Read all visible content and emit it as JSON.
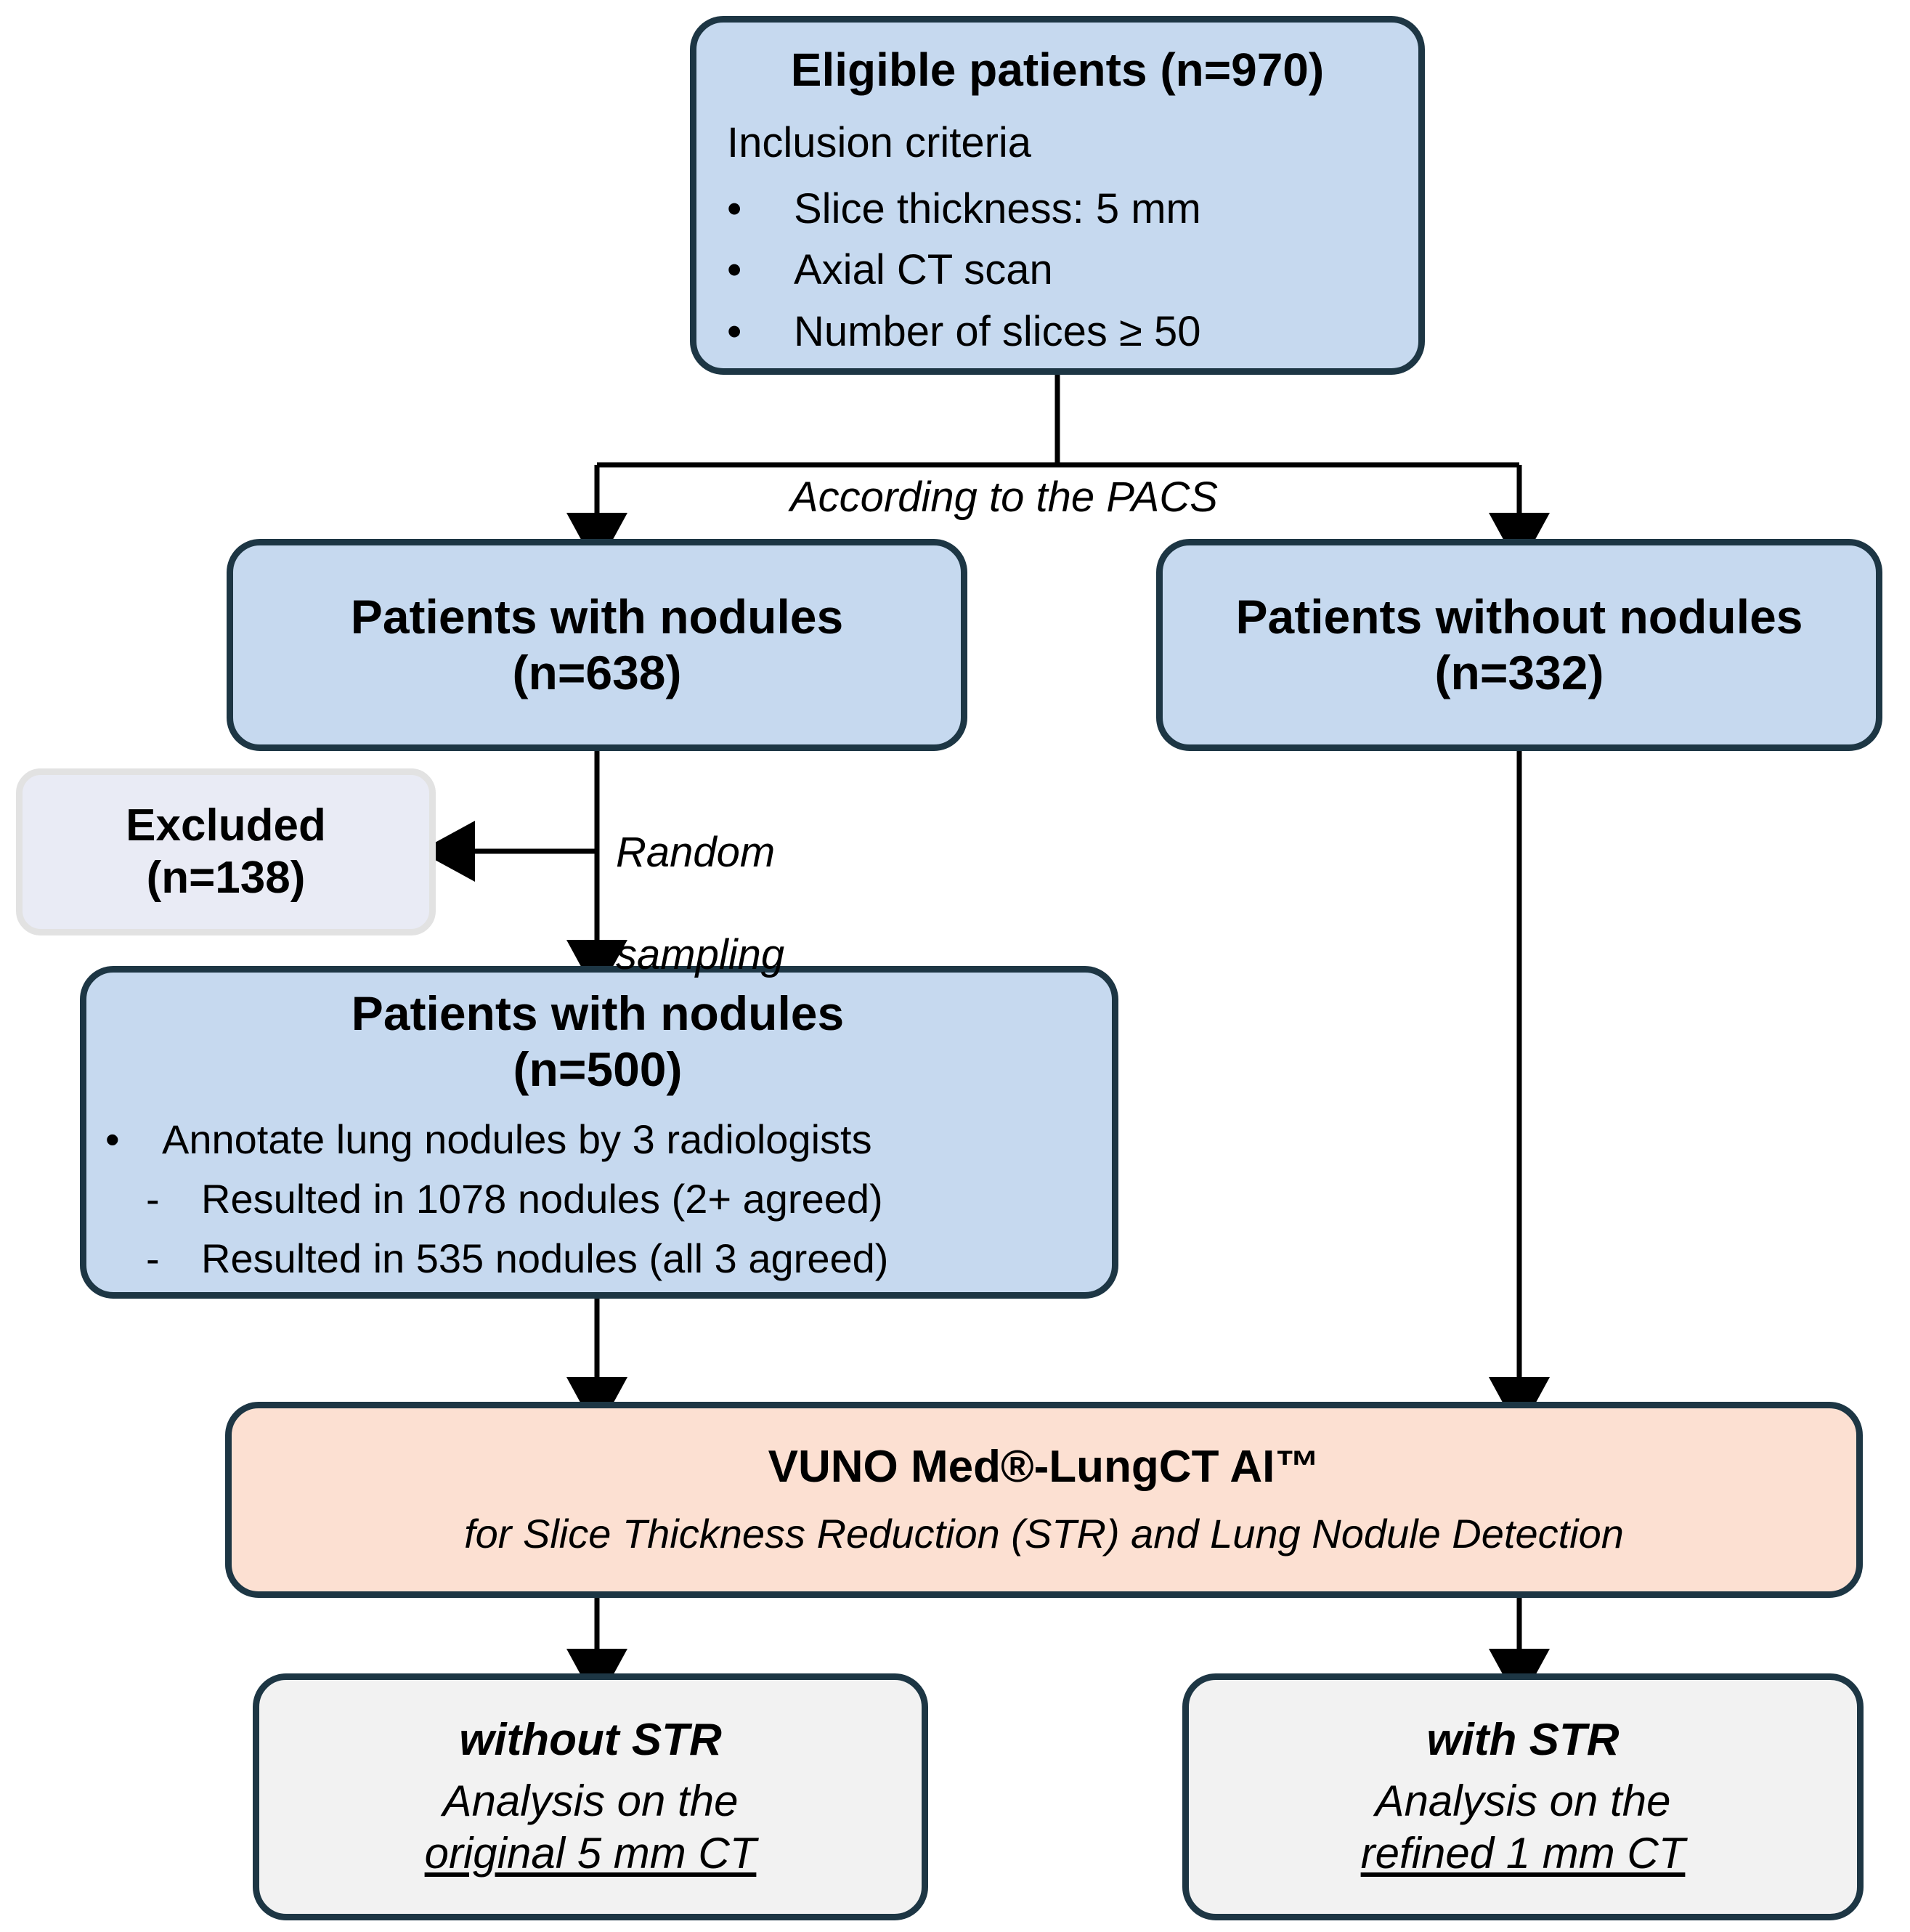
{
  "diagram": {
    "type": "flowchart",
    "title": "Patient selection and analysis flow",
    "colors": {
      "blue_fill": "#c6d9ef",
      "peach_fill": "#fce0d2",
      "gray_fill": "#f2f2f2",
      "lavender_fill": "#e9ebf5",
      "border_dark": "#1d3644",
      "border_light": "#e2e2e2",
      "connector": "#000000",
      "background": "#ffffff"
    }
  },
  "nodes": {
    "eligible": {
      "title": "Eligible patients (n=970)",
      "subhead": "Inclusion criteria",
      "bullets": [
        {
          "marker": "•",
          "text": "Slice thickness: 5 mm"
        },
        {
          "marker": "•",
          "text": "Axial CT scan"
        },
        {
          "marker": "•",
          "text": "Number of slices ≥ 50"
        }
      ]
    },
    "with_nodules_638": {
      "line1": "Patients with nodules",
      "line2": "(n=638)"
    },
    "without_nodules_332": {
      "line1": "Patients without nodules",
      "line2": "(n=332)"
    },
    "excluded": {
      "line1": "Excluded",
      "line2": "(n=138)"
    },
    "with_nodules_500": {
      "line1": "Patients with nodules",
      "line2": "(n=500)",
      "bullets": [
        {
          "level": 1,
          "marker": "•",
          "text": "Annotate lung nodules by 3 radiologists"
        },
        {
          "level": 2,
          "marker": "-",
          "text": "Resulted in 1078 nodules (2+ agreed)"
        },
        {
          "level": 2,
          "marker": "-",
          "text": "Resulted in   535 nodules (all 3 agreed)"
        }
      ]
    },
    "vuno": {
      "title": "VUNO Med®-LungCT AI™",
      "subtitle": "for Slice Thickness Reduction (STR) and Lung Nodule Detection"
    },
    "without_str": {
      "title": "without STR",
      "line1": "Analysis on the",
      "line2": "original 5 mm CT"
    },
    "with_str": {
      "title": "with STR",
      "line1": "Analysis on the",
      "line2": "refined 1 mm CT"
    }
  },
  "edge_labels": {
    "pacs": "According to the PACS",
    "random_sampling_line1": "Random",
    "random_sampling_line2": "sampling"
  }
}
